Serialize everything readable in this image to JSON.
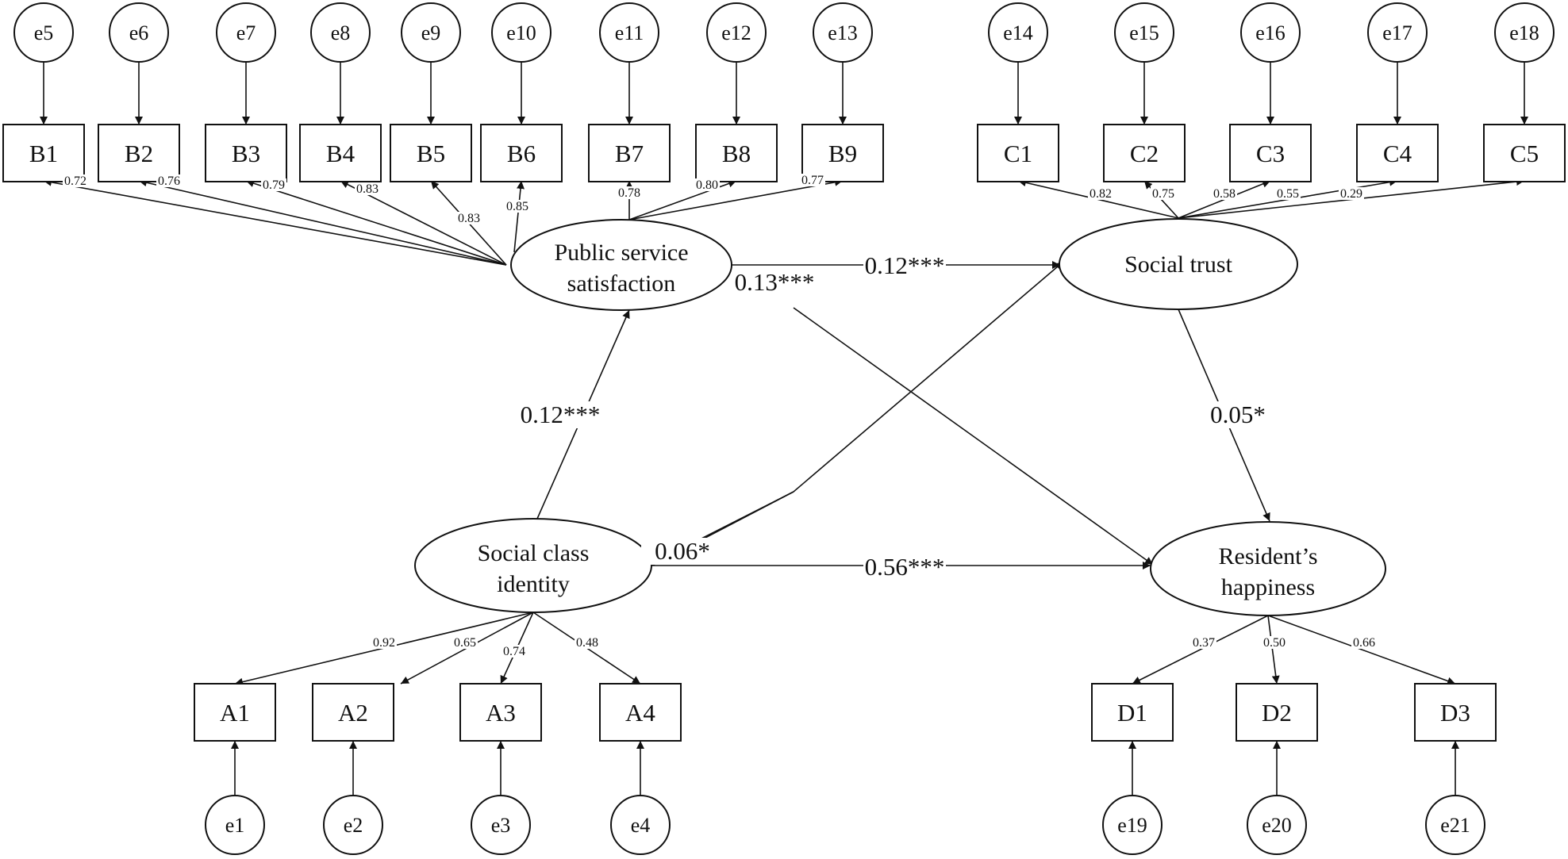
{
  "latents": {
    "psat": {
      "line1": "Public service",
      "line2": "satisfaction"
    },
    "trust": {
      "line1": "Social trust",
      "line2": ""
    },
    "sci": {
      "line1": "Social class",
      "line2": "identity"
    },
    "happy": {
      "line1": "Resident’s",
      "line2": "happiness"
    }
  },
  "indicators": {
    "B1": {
      "label": "B1",
      "error": "e5",
      "loading": "0.72"
    },
    "B2": {
      "label": "B2",
      "error": "e6",
      "loading": "0.76"
    },
    "B3": {
      "label": "B3",
      "error": "e7",
      "loading": "0.79"
    },
    "B4": {
      "label": "B4",
      "error": "e8",
      "loading": "0.83"
    },
    "B5": {
      "label": "B5",
      "error": "e9",
      "loading": "0.83"
    },
    "B6": {
      "label": "B6",
      "error": "e10",
      "loading": "0.85"
    },
    "B7": {
      "label": "B7",
      "error": "e11",
      "loading": "0.78"
    },
    "B8": {
      "label": "B8",
      "error": "e12",
      "loading": "0.80"
    },
    "B9": {
      "label": "B9",
      "error": "e13",
      "loading": "0.77"
    },
    "C1": {
      "label": "C1",
      "error": "e14",
      "loading": "0.82"
    },
    "C2": {
      "label": "C2",
      "error": "e15",
      "loading": "0.75"
    },
    "C3": {
      "label": "C3",
      "error": "e16",
      "loading": "0.58"
    },
    "C4": {
      "label": "C4",
      "error": "e17",
      "loading": "0.55"
    },
    "C5": {
      "label": "C5",
      "error": "e18",
      "loading": "0.29"
    },
    "A1": {
      "label": "A1",
      "error": "e1",
      "loading": "0.92"
    },
    "A2": {
      "label": "A2",
      "error": "e2",
      "loading": "0.65"
    },
    "A3": {
      "label": "A3",
      "error": "e3",
      "loading": "0.74"
    },
    "A4": {
      "label": "A4",
      "error": "e4",
      "loading": "0.48"
    },
    "D1": {
      "label": "D1",
      "error": "e19",
      "loading": "0.37"
    },
    "D2": {
      "label": "D2",
      "error": "e20",
      "loading": "0.50"
    },
    "D3": {
      "label": "D3",
      "error": "e21",
      "loading": "0.66"
    }
  },
  "paths": {
    "psat_trust": "0.12***",
    "psat_happy": "0.13***",
    "sci_psat": "0.12***",
    "trust_happy": "0.05*",
    "sci_trust": "0.06*",
    "sci_happy": "0.56***"
  }
}
